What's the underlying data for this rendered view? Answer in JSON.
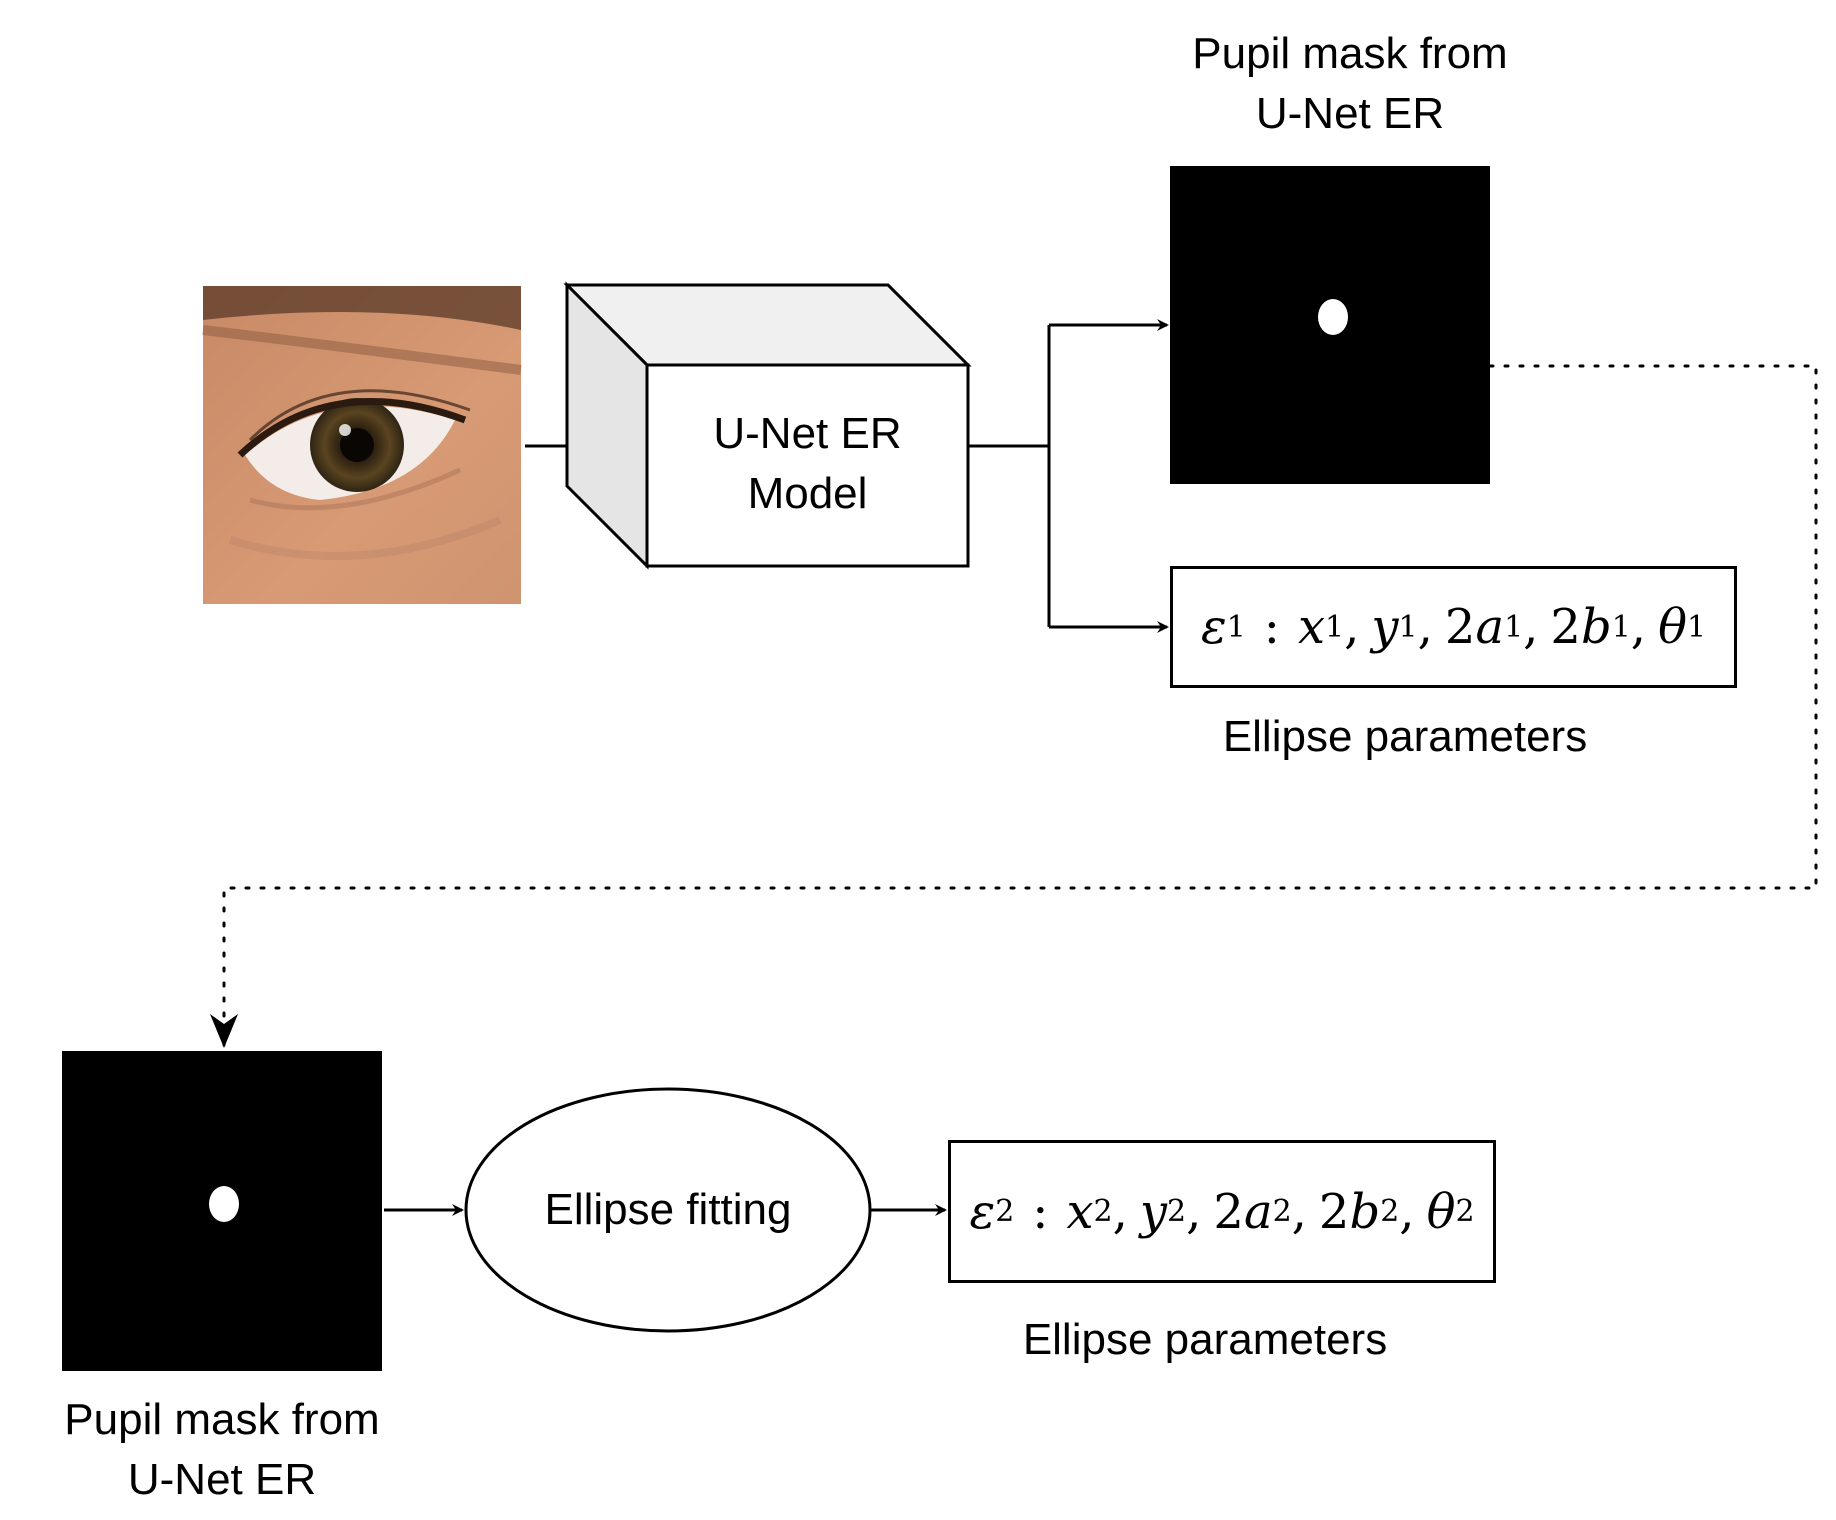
{
  "top_mask_label": [
    "Pupil mask from",
    "U-Net ER"
  ],
  "bottom_mask_label": [
    "Pupil mask from",
    "U-Net ER"
  ],
  "model_label": [
    "U-Net ER",
    "Model"
  ],
  "ellipse_fitting_label": "Ellipse fitting",
  "params_caption_1": "Ellipse parameters",
  "params_caption_2": "Ellipse parameters",
  "params_1": {
    "eps": "ε",
    "sub": "1"
  },
  "params_2": {
    "eps": "ε",
    "sub": "2"
  },
  "param_symbols": {
    "x": "x",
    "y": "y",
    "two": "2",
    "a": "a",
    "b": "b",
    "theta": "θ",
    "colon": ":",
    "comma": ","
  },
  "icons": {
    "eye": "eye-photo",
    "mask": "pupil-mask-image"
  }
}
